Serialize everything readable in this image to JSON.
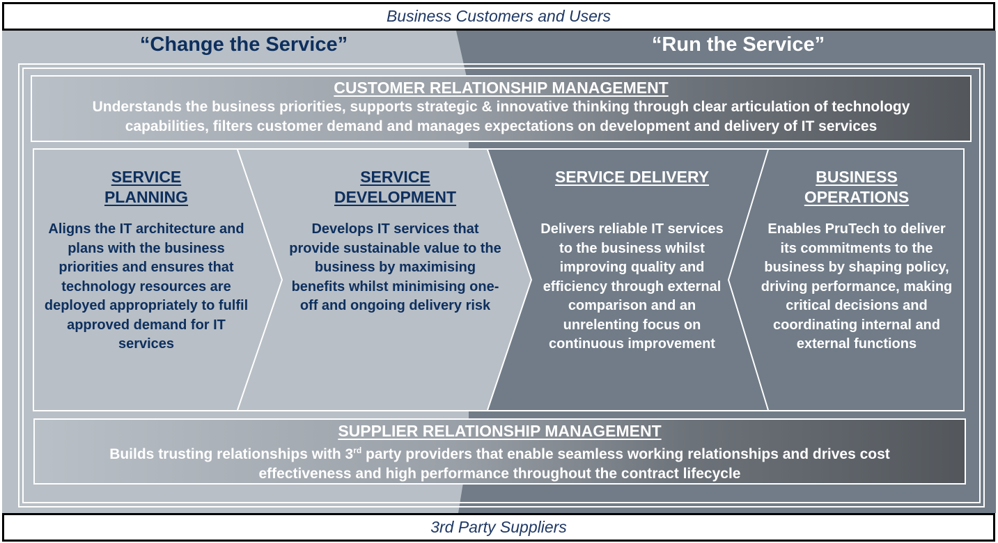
{
  "top_bar": {
    "label": "Business Customers and Users"
  },
  "bottom_bar": {
    "label": "3rd Party Suppliers"
  },
  "headings": {
    "change": "“Change the Service”",
    "run": "“Run the Service”"
  },
  "crm": {
    "title": "CUSTOMER RELATIONSHIP MANAGEMENT",
    "line1": "Understands the business priorities, supports strategic & innovative thinking through clear articulation of technology",
    "line2": "capabilities, filters customer demand and  manages expectations on development and delivery of IT services"
  },
  "srm": {
    "title": "SUPPLIER RELATIONSHIP MANAGEMENT",
    "line1_pre": "Builds trusting relationships with 3",
    "line1_sup": "rd",
    "line1_post": " party providers that enable seamless working relationships and drives cost",
    "line2": "effectiveness and high performance throughout the contract lifecycle"
  },
  "columns": [
    {
      "title_l1": "SERVICE",
      "title_l2": "PLANNING",
      "text": "Aligns the IT architecture and plans with the business priorities and ensures that technology resources are deployed appropriately to fulfil approved demand for IT services"
    },
    {
      "title_l1": "SERVICE",
      "title_l2": "DEVELOPMENT",
      "text": "Develops IT services that provide sustainable value to the business by maximising benefits whilst minimising one-off and ongoing delivery risk"
    },
    {
      "title_l1": "SERVICE DELIVERY",
      "title_l2": "",
      "text": "Delivers reliable IT services to the business whilst improving quality and efficiency through external comparison and an unrelenting focus on continuous improvement"
    },
    {
      "title_l1": "BUSINESS",
      "title_l2": "OPERATIONS",
      "text": "Enables PruTech to deliver its commitments to the business by shaping policy, driving performance, making critical decisions and coordinating internal and external functions"
    }
  ],
  "colors": {
    "change_bg": "#b8bfc6",
    "run_bg": "#717c88",
    "navy_text": "#0d2f5e",
    "white_text": "#ffffff"
  }
}
